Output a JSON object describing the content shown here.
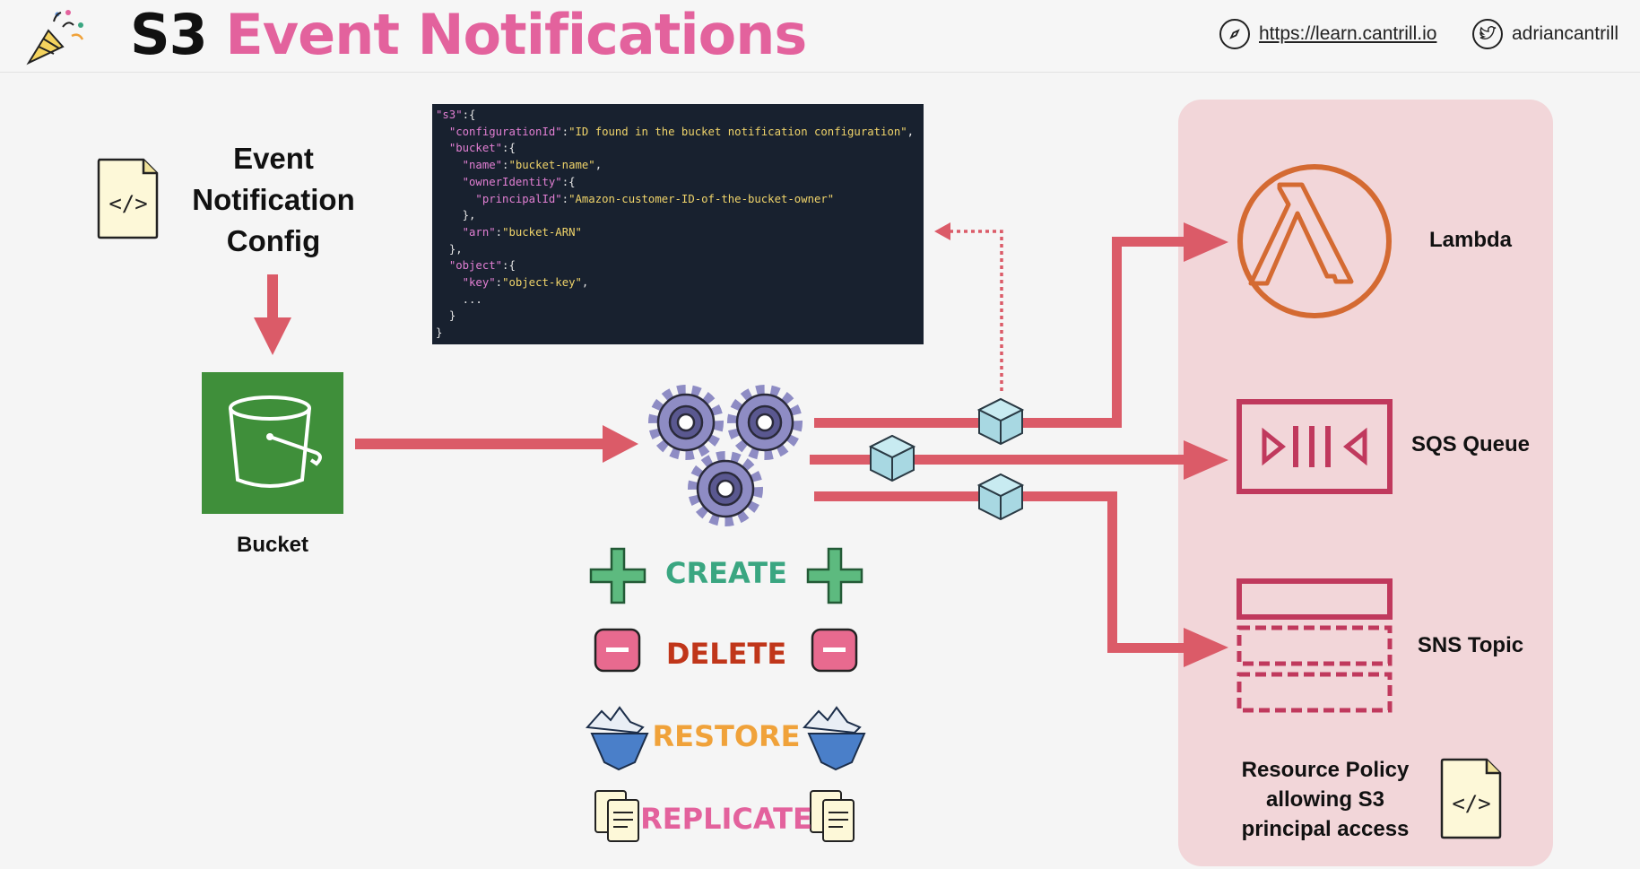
{
  "header": {
    "title_part1": "S3",
    "title_part2": "Event Notifications",
    "website": "https://learn.cantrill.io",
    "twitter": "adriancantrill",
    "icons": [
      "party-popper-icon",
      "compass-icon",
      "twitter-bird-icon"
    ]
  },
  "config": {
    "label_line1": "Event",
    "label_line2": "Notification",
    "label_line3": "Config",
    "icon": "code-document-icon"
  },
  "bucket": {
    "label": "Bucket",
    "icon": "s3-bucket-icon"
  },
  "code_lines": [
    {
      "i": 0,
      "k": "\"s3\"",
      "rest": ":{",
      "v": ""
    },
    {
      "i": 1,
      "k": "\"configurationId\"",
      "rest": ":",
      "v": "\"ID found in the bucket notification configuration\"",
      "tail": ","
    },
    {
      "i": 1,
      "k": "\"bucket\"",
      "rest": ":{",
      "v": ""
    },
    {
      "i": 2,
      "k": "\"name\"",
      "rest": ":",
      "v": "\"bucket-name\"",
      "tail": ","
    },
    {
      "i": 2,
      "k": "\"ownerIdentity\"",
      "rest": ":{",
      "v": ""
    },
    {
      "i": 3,
      "k": "\"principalId\"",
      "rest": ":",
      "v": "\"Amazon-customer-ID-of-the-bucket-owner\""
    },
    {
      "i": 2,
      "k": "",
      "rest": "},",
      "v": ""
    },
    {
      "i": 2,
      "k": "\"arn\"",
      "rest": ":",
      "v": "\"bucket-ARN\""
    },
    {
      "i": 1,
      "k": "",
      "rest": "},",
      "v": ""
    },
    {
      "i": 1,
      "k": "\"object\"",
      "rest": ":{",
      "v": ""
    },
    {
      "i": 2,
      "k": "\"key\"",
      "rest": ":",
      "v": "\"object-key\"",
      "tail": ","
    },
    {
      "i": 2,
      "k": "",
      "rest": "...",
      "v": ""
    },
    {
      "i": 1,
      "k": "",
      "rest": "}",
      "v": ""
    },
    {
      "i": 0,
      "k": "",
      "rest": "}",
      "v": ""
    }
  ],
  "events": [
    {
      "label": "CREATE",
      "color": "#3aa681",
      "icon": "plus-icon"
    },
    {
      "label": "DELETE",
      "color": "#c0361a",
      "icon": "minus-icon"
    },
    {
      "label": "RESTORE",
      "color": "#f0a23a",
      "icon": "glacier-icon"
    },
    {
      "label": "REPLICATE",
      "color": "#e3629d",
      "icon": "copy-documents-icon"
    }
  ],
  "targets": [
    {
      "label": "Lambda",
      "icon": "lambda-icon",
      "color": "#d46a32"
    },
    {
      "label": "SQS Queue",
      "icon": "sqs-queue-icon",
      "color": "#c0395d"
    },
    {
      "label": "SNS Topic",
      "icon": "sns-topic-icon",
      "color": "#c0395d"
    }
  ],
  "resource_policy": {
    "line1": "Resource Policy",
    "line2": "allowing S3",
    "line3": "principal access",
    "icon": "code-document-icon"
  },
  "colors": {
    "arrow": "#db5b68",
    "panel": "#f2d6d9",
    "bucket_green": "#3f8f3a",
    "gear": "#8e8cc4",
    "cube": "#a8d8e2"
  }
}
